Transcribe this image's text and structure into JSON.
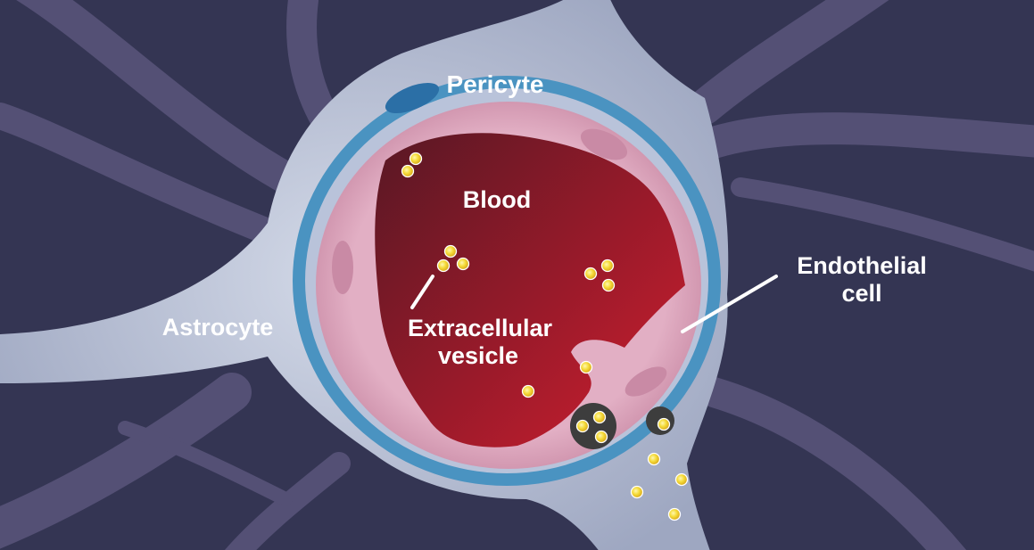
{
  "labels": {
    "pericyte": "Pericyte",
    "blood": "Blood",
    "astrocyte": "Astrocyte",
    "extracellular_vesicle_line1": "Extracellular",
    "extracellular_vesicle_line2": "vesicle",
    "endothelial_line1": "Endothelial",
    "endothelial_line2": "cell"
  },
  "colors": {
    "background": "#343553",
    "astrocyte_process": "#545075",
    "astrocyte_body": "#aab3cc",
    "pericyte": "#4a93c1",
    "endothelium": "#d69bb4",
    "blood_dark": "#5a1a24",
    "blood_light": "#c41e2e",
    "vesicle": "#f3d233",
    "multivesicular_body": "#3c3c3c",
    "label": "#ffffff"
  }
}
